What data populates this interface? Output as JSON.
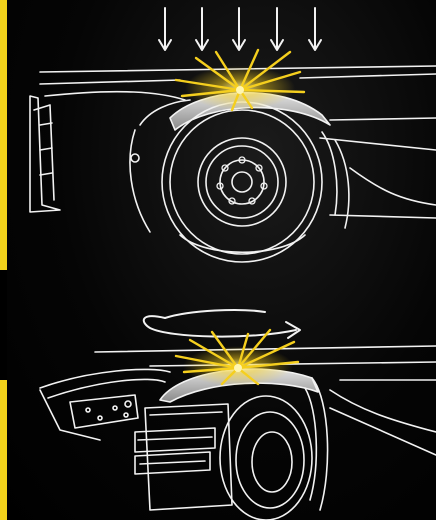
{
  "colors": {
    "accent": "#f2d21b",
    "line": "#f4f4f4",
    "fender": "#c9c9c9",
    "burst": "#f5cf1e",
    "background": "#000000"
  },
  "panels": [
    {
      "name": "top",
      "icon": "down-arrows-icon",
      "arrow_count": 5
    },
    {
      "name": "bottom",
      "icon": "rotate-arrow-icon"
    }
  ]
}
